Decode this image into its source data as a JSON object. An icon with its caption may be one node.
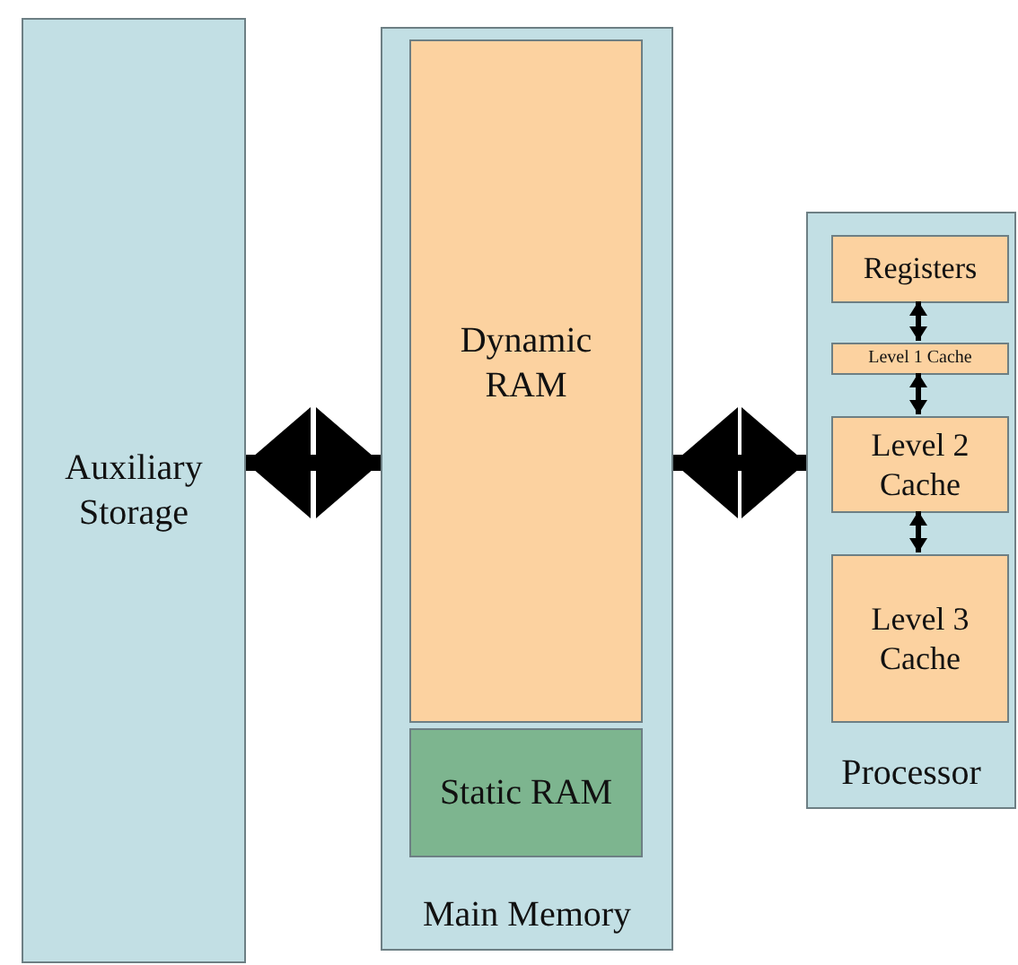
{
  "diagram": {
    "nodes": [
      {
        "text": [
          "Auxiliary Storage"
        ]
      },
      {
        "text": [
          "Main Memory"
        ]
      },
      {
        "text": [
          "Dynamic RAM"
        ],
        "in": 1
      },
      {
        "text": [
          "Static RAM"
        ],
        "in": 1
      },
      {
        "text": [
          "Processor"
        ]
      },
      {
        "text": [
          "Registers"
        ],
        "in": 4
      },
      {
        "text": [
          "Level 1 Cache"
        ],
        "in": 4
      },
      {
        "text": [
          "Level 2 Cache"
        ],
        "in": 4
      },
      {
        "text": [
          "Level 3 Cache"
        ],
        "in": 4
      }
    ],
    "edges": [
      {
        "from": 0,
        "to": 1,
        "arrow": "both",
        "style": "thick"
      },
      {
        "from": 1,
        "to": 4,
        "arrow": "both",
        "style": "thick"
      },
      {
        "from": 5,
        "to": 6,
        "arrow": "both"
      },
      {
        "from": 6,
        "to": 7,
        "arrow": "both"
      },
      {
        "from": 7,
        "to": 8,
        "arrow": "both"
      }
    ]
  }
}
